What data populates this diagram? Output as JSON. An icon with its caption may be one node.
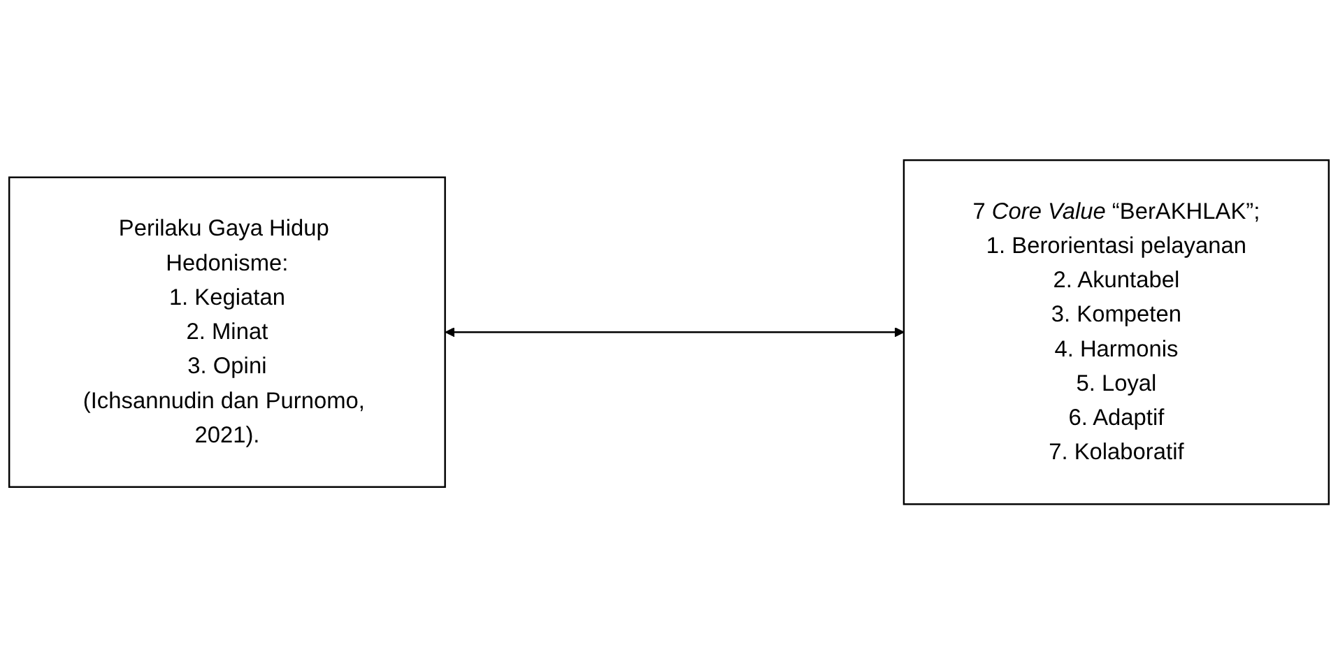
{
  "diagram": {
    "nodes": [
      {
        "text": [
          "Perilaku Gaya Hidup Hedonisme:",
          "1. Kegiatan",
          "2. Minat",
          "3. Opini",
          "(Ichsannudin dan Purnomo, 2021)."
        ]
      },
      {
        "text": [
          "7 *Core Value* “BerAKHLAK”;",
          "1. Berorientasi pelayanan",
          "2. Akuntabel",
          "3. Kompeten",
          "4. Harmonis",
          "5. Loyal",
          "6. Adaptif",
          "7. Kolaboratif"
        ]
      }
    ],
    "edges": [
      {
        "from": 0,
        "to": 1,
        "arrow": "both"
      }
    ]
  }
}
